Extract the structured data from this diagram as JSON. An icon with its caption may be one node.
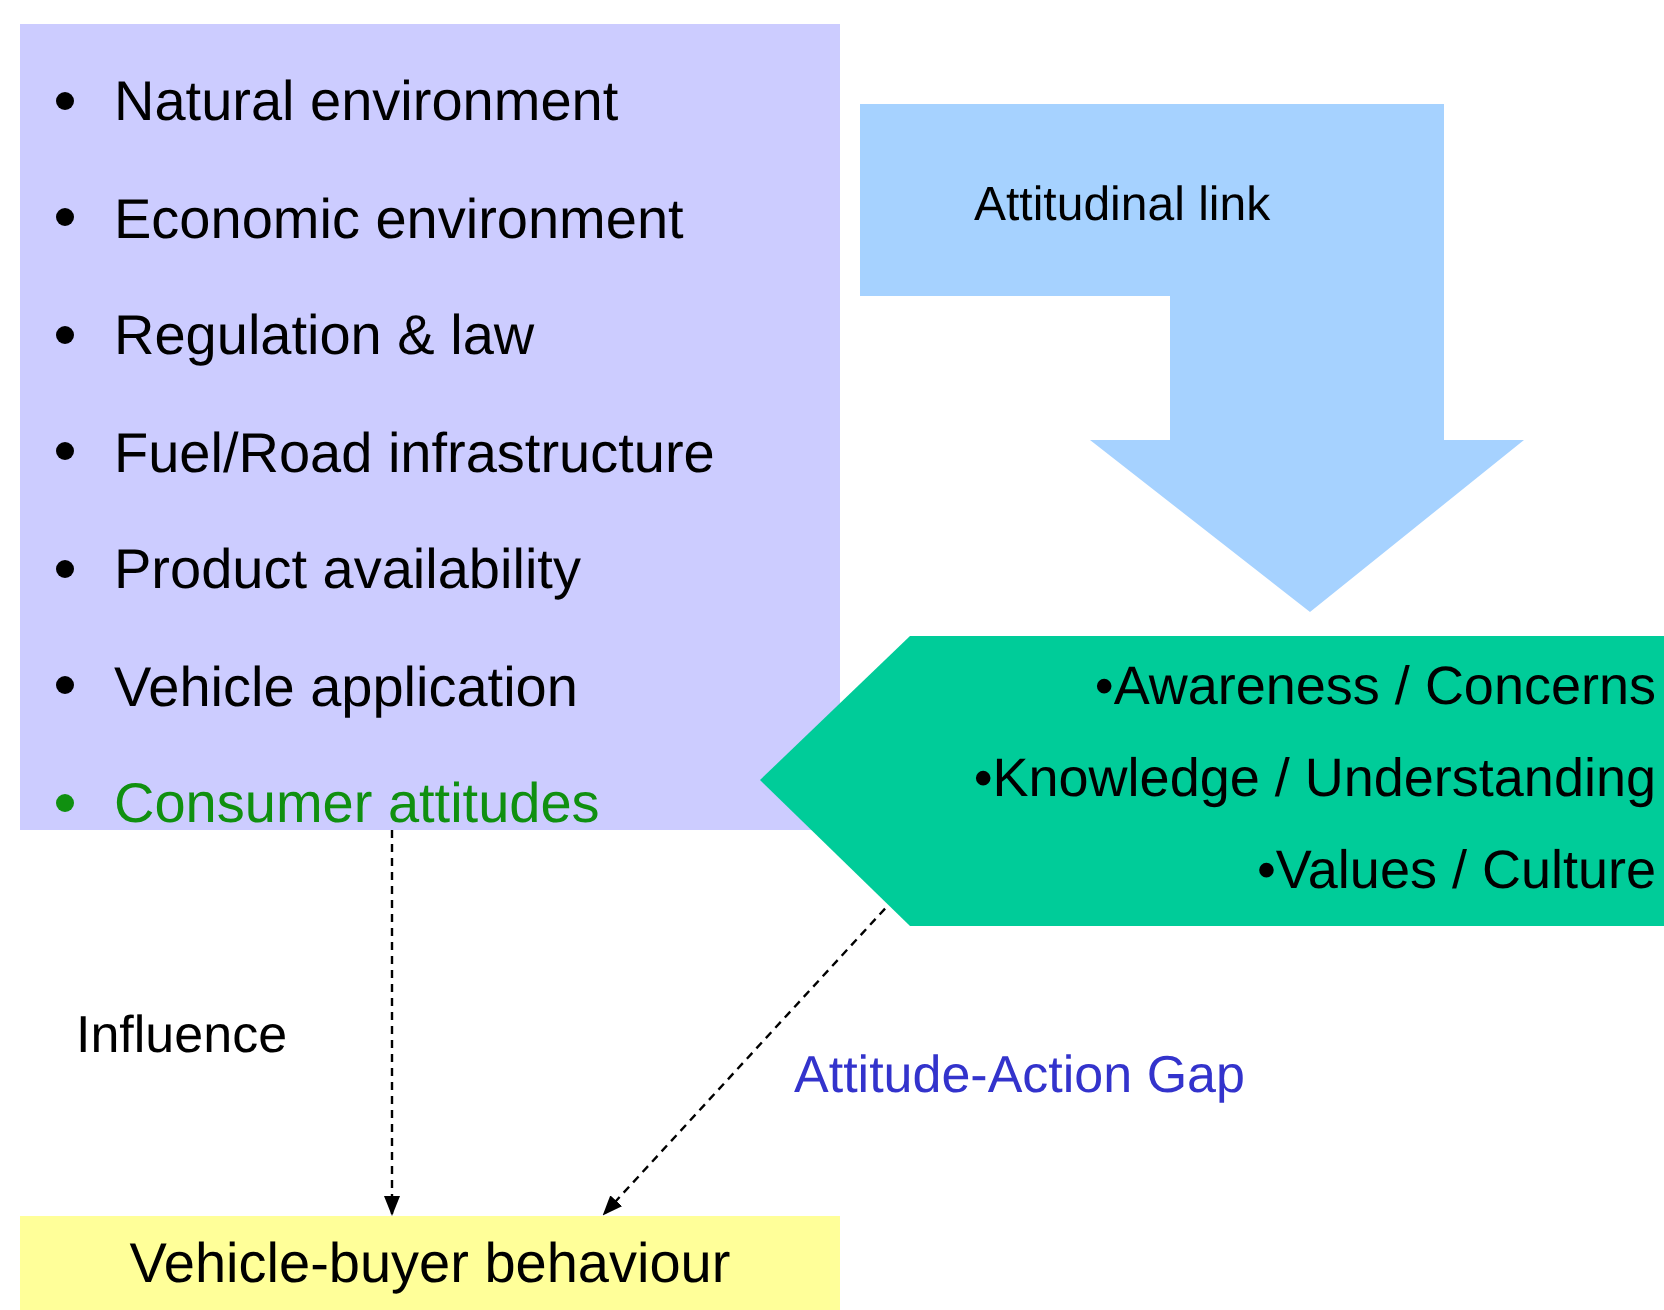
{
  "diagram": {
    "nodes": [
      {
        "text": [
          "Natural environment",
          "Economic environment",
          "Regulation & law",
          "Fuel/Road infrastructure",
          "Product availability",
          "Vehicle application",
          "Consumer attitudes"
        ]
      },
      {
        "text": [
          "Attitudinal link"
        ]
      },
      {
        "text": [
          "•Awareness / Concerns",
          "•Knowledge / Understanding",
          "•Values / Culture"
        ]
      },
      {
        "text": [
          "Vehicle-buyer behaviour"
        ]
      }
    ],
    "edges": [
      {
        "from": 0,
        "to": 3,
        "arrow": "to",
        "label": "Influence",
        "style": "dashed"
      },
      {
        "from": 2,
        "to": 3,
        "arrow": "to",
        "label": "Attitude-Action Gap",
        "style": "dashed"
      }
    ]
  }
}
